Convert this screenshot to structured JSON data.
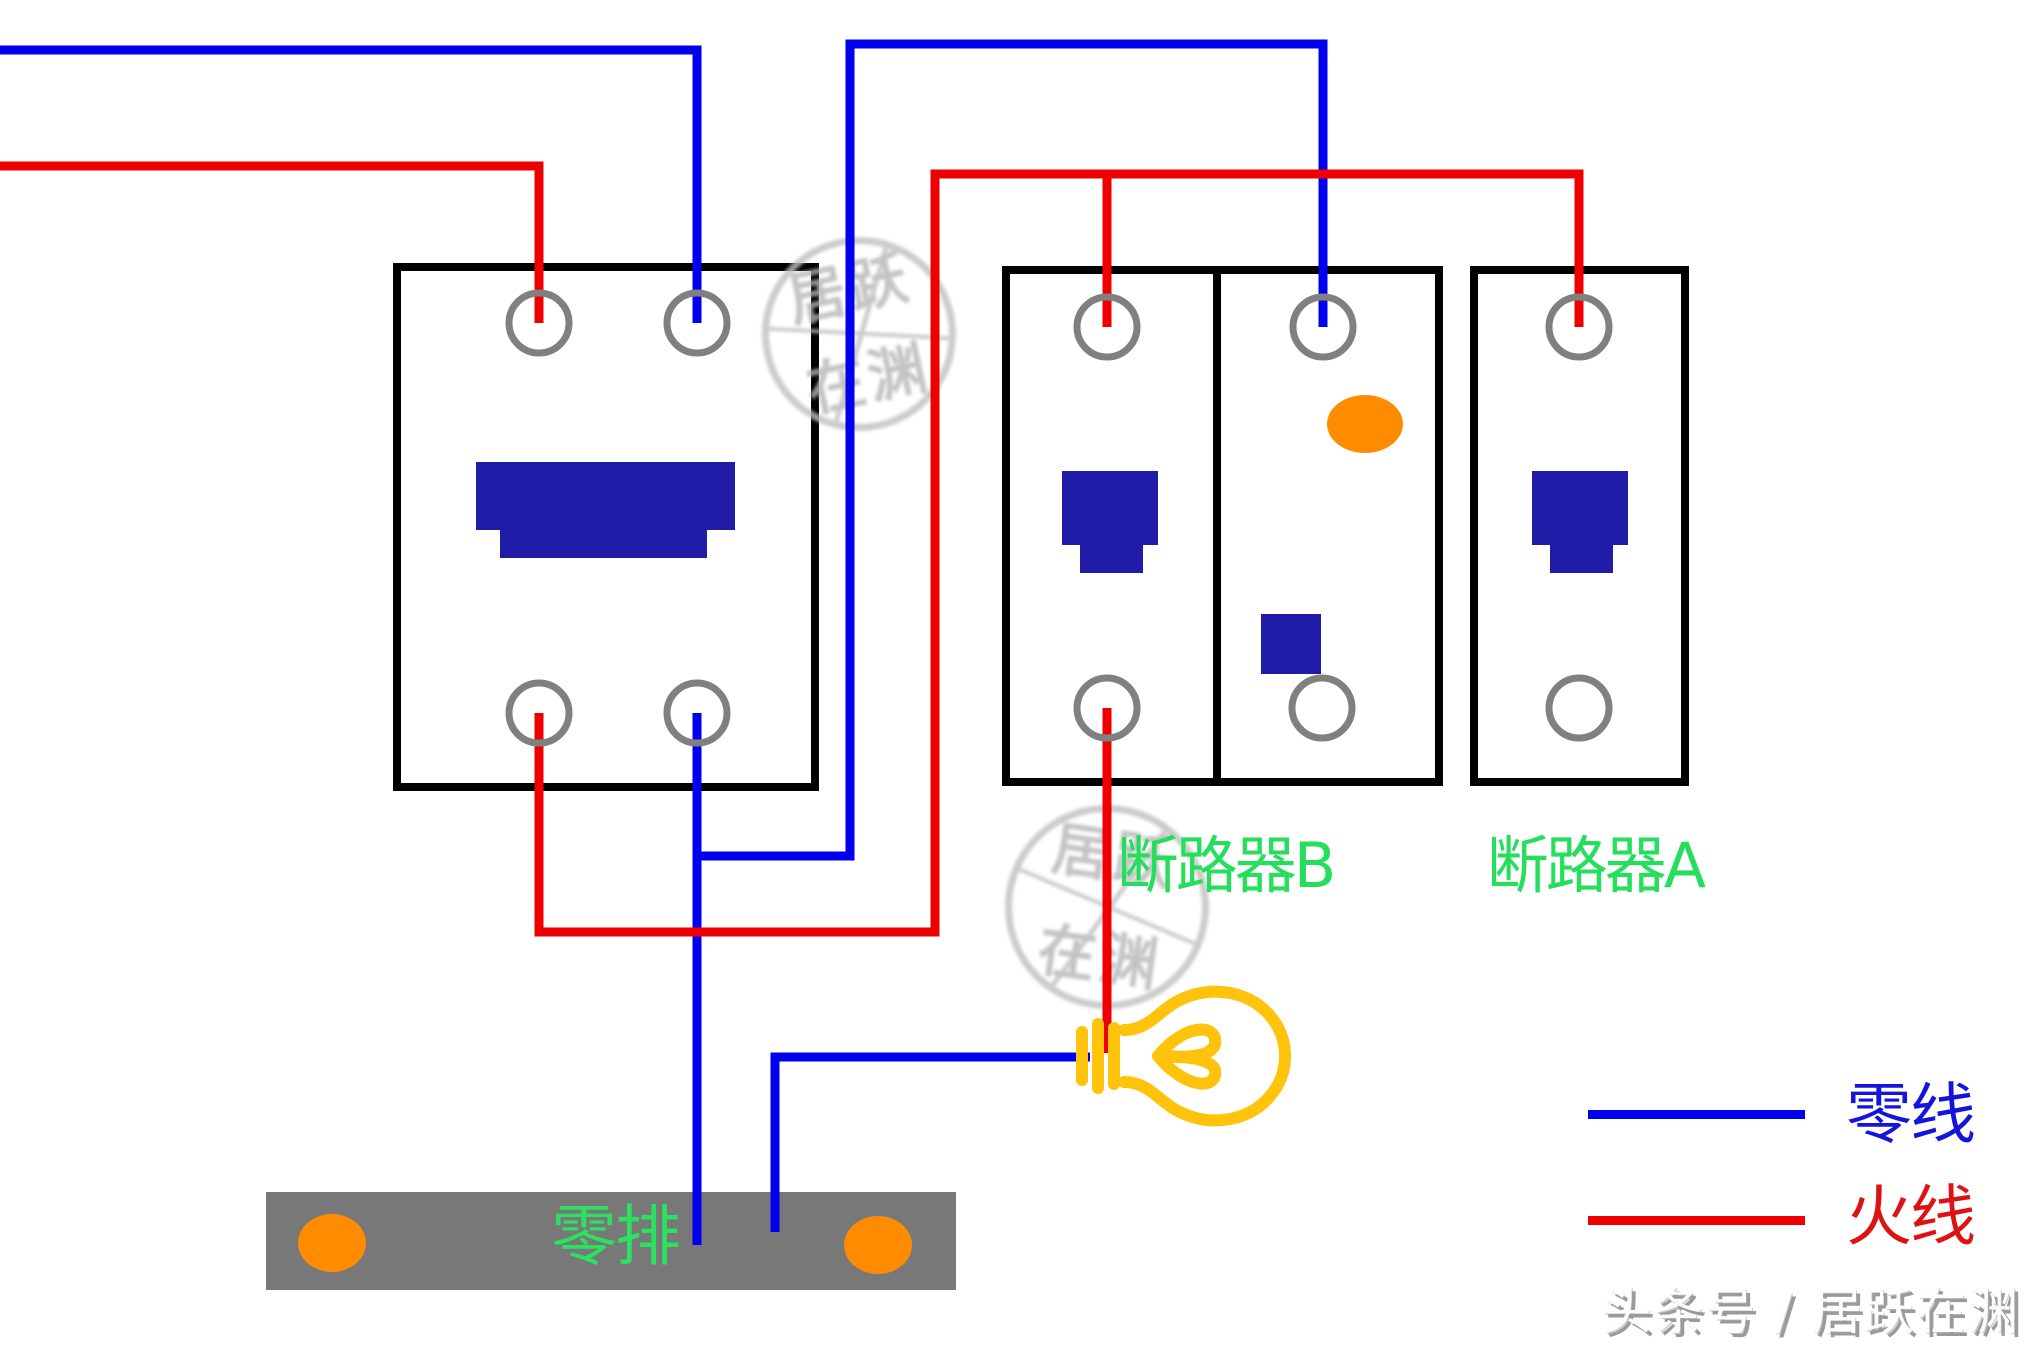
{
  "diagram": {
    "title_present": false,
    "labels": {
      "breaker_b": "断路器B",
      "breaker_a": "断路器A",
      "neutral_bar": "零排"
    },
    "legend": {
      "neutral_label": "零线",
      "live_label": "火线",
      "neutral_color": "#0000EE",
      "live_color": "#EE0000"
    },
    "caption": "头条号 / 居跃在渊",
    "watermark": {
      "top": "居跃",
      "bottom": "在渊"
    },
    "colors": {
      "neutral_wire_blue": "#0000EE",
      "live_wire_red": "#EE0000",
      "switch_toggle_navy": "#211CA8",
      "indicator_orange": "#FF8C00",
      "terminal_ring_gray": "#808080",
      "neutral_bar_gray": "#787878",
      "label_green": "#25DF5C",
      "bulb_gold": "#FFC30B",
      "box_border_black": "#000000",
      "caption_shadow_gray": "#9B9B9B",
      "watermark_gray": "#BFBFBF"
    }
  }
}
